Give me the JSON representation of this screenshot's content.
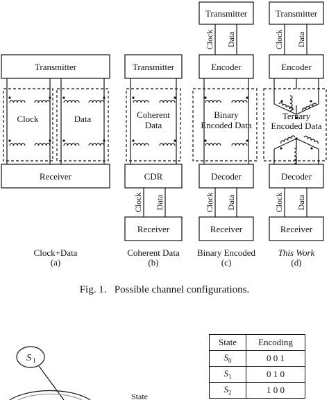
{
  "diagram": {
    "columns": [
      {
        "id": "a",
        "top_block": "Transmitter",
        "channels": [
          "Clock",
          "Data"
        ],
        "bottom_block": "Receiver",
        "caption": "Clock+Data",
        "letter": "(a)"
      },
      {
        "id": "b",
        "top_block": "Transmitter",
        "channel_label_line1": "Coherent",
        "channel_label_line2": "Data",
        "middle_block": "CDR",
        "out_clock": "Clock",
        "out_data": "Data",
        "bottom_block": "Receiver",
        "caption": "Coherent Data",
        "letter": "(b)"
      },
      {
        "id": "c",
        "top_block": "Transmitter",
        "in_clock": "Clock",
        "in_data": "Data",
        "encoder": "Encoder",
        "channel_label_line1": "Binary",
        "channel_label_line2": "Encoded Data",
        "decoder": "Decoder",
        "out_clock": "Clock",
        "out_data": "Data",
        "bottom_block": "Receiver",
        "caption": "Binary Encoded",
        "letter": "(c)"
      },
      {
        "id": "d",
        "top_block": "Transmitter",
        "in_clock": "Clock",
        "in_data": "Data",
        "encoder": "Encoder",
        "channel_label_line1": "Ternary",
        "channel_label_line2": "Encoded Data",
        "decoder": "Decoder",
        "out_clock": "Clock",
        "out_data": "Data",
        "bottom_block": "Receiver",
        "caption": "This Work",
        "letter": "(d)"
      }
    ],
    "figure_caption": "Fig. 1.   Possible channel configurations."
  },
  "state_diagram": {
    "node_var": "S",
    "node_sub": "1",
    "partial_label": "State"
  },
  "table": {
    "headers": [
      "State",
      "Encoding"
    ],
    "rows": [
      {
        "var": "S",
        "sub": "0",
        "encoding": "0 0 1"
      },
      {
        "var": "S",
        "sub": "1",
        "encoding": "0 1 0"
      },
      {
        "var": "S",
        "sub": "2",
        "encoding": "1 0 0"
      }
    ]
  }
}
